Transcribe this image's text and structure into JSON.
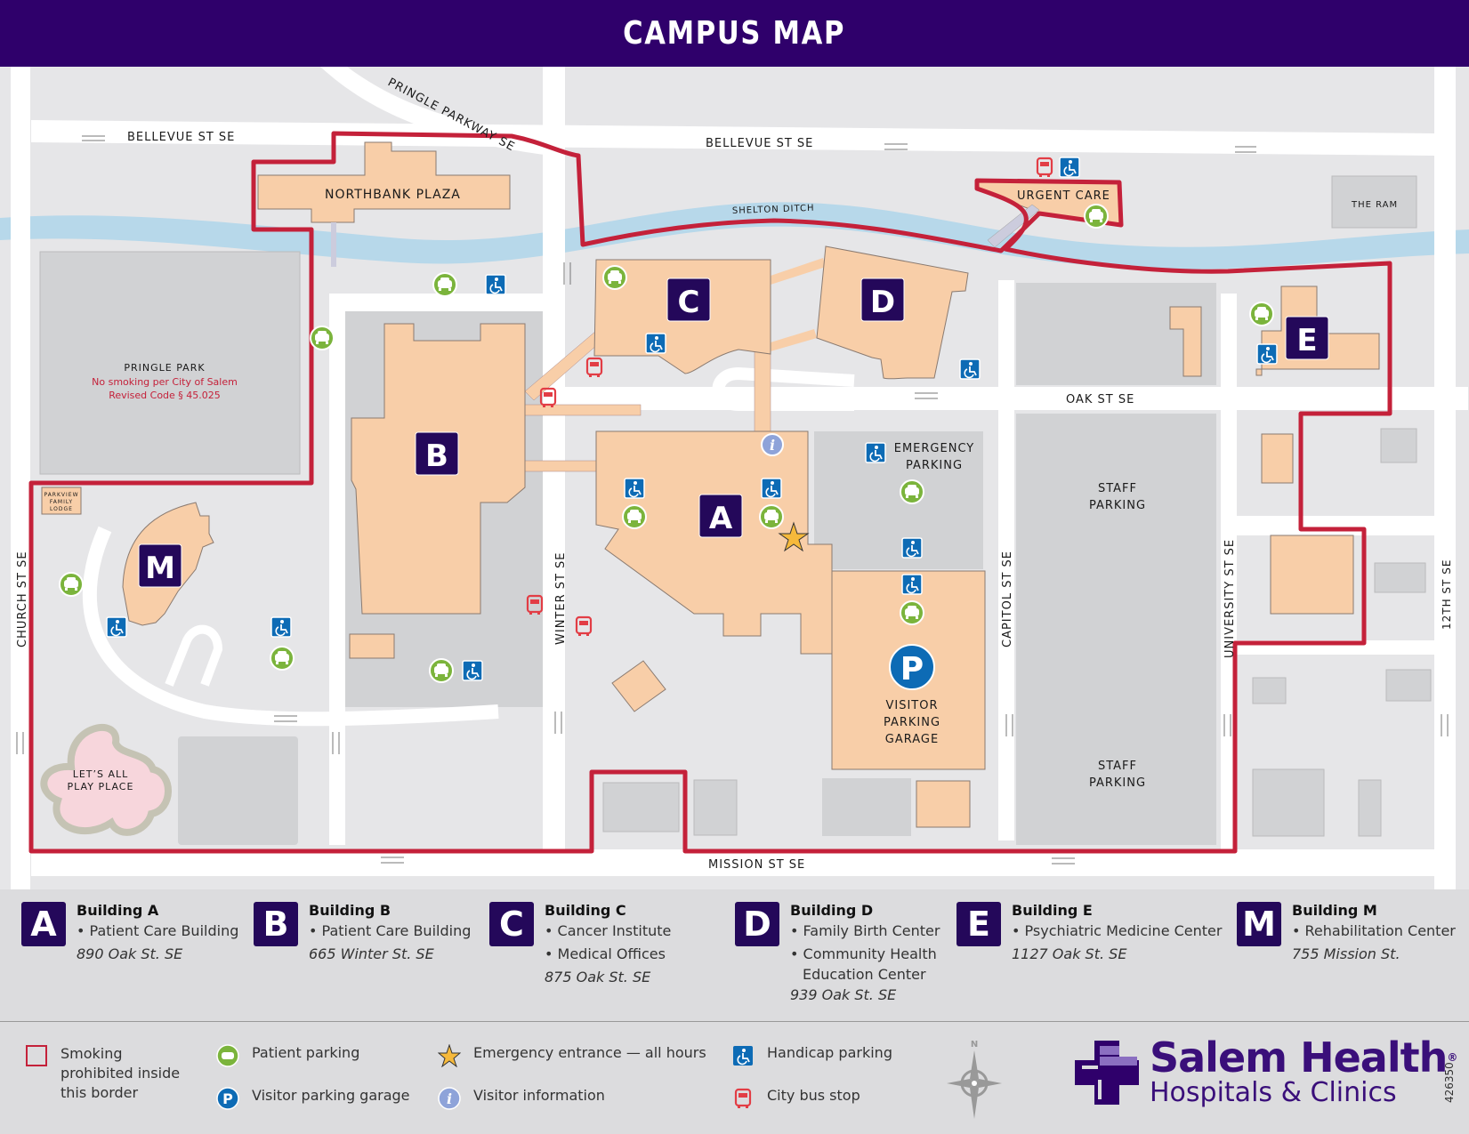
{
  "header": {
    "title": "CAMPUS MAP"
  },
  "streets": {
    "bellevue_west": "BELLEVUE ST SE",
    "bellevue_east": "BELLEVUE ST SE",
    "pringle_parkway": "PRINGLE PARKWAY SE",
    "oak": "OAK ST SE",
    "mission": "MISSION ST SE",
    "church": "CHURCH ST SE",
    "winter": "WINTER ST SE",
    "capitol": "CAPITOL ST SE",
    "university": "UNIVERSITY ST SE",
    "twelfth": "12TH ST SE"
  },
  "places": {
    "northbank_plaza": "NORTHBANK PLAZA",
    "shelton_ditch": "SHELTON DITCH",
    "urgent_care": "URGENT CARE",
    "the_ram": "THE RAM",
    "pringle_park": "PRINGLE PARK",
    "pringle_park_note_1": "No smoking per City of Salem",
    "pringle_park_note_2": "Revised Code § 45.025",
    "parkview_lodge_1": "PARKVIEW",
    "parkview_lodge_2": "FAMILY",
    "parkview_lodge_3": "LODGE",
    "play_place_1": "LET’S ALL",
    "play_place_2": "PLAY PLACE",
    "emergency_parking_1": "EMERGENCY",
    "emergency_parking_2": "PARKING",
    "staff_parking_north_1": "STAFF",
    "staff_parking_north_2": "PARKING",
    "staff_parking_south_1": "STAFF",
    "staff_parking_south_2": "PARKING",
    "visitor_garage_1": "VISITOR",
    "visitor_garage_2": "PARKING",
    "visitor_garage_3": "GARAGE",
    "garage_symbol": "P"
  },
  "map_buildings": [
    {
      "letter": "A"
    },
    {
      "letter": "B"
    },
    {
      "letter": "C"
    },
    {
      "letter": "D"
    },
    {
      "letter": "E"
    },
    {
      "letter": "M"
    }
  ],
  "buildings": [
    {
      "letter": "A",
      "title": "Building A",
      "items": [
        "• Patient Care Building"
      ],
      "address": "890 Oak St. SE"
    },
    {
      "letter": "B",
      "title": "Building B",
      "items": [
        "• Patient Care Building"
      ],
      "address": "665 Winter St. SE"
    },
    {
      "letter": "C",
      "title": "Building C",
      "items": [
        "• Cancer Institute",
        "• Medical Offices"
      ],
      "address": "875 Oak St. SE"
    },
    {
      "letter": "D",
      "title": "Building D",
      "items": [
        "• Family Birth Center",
        "• Community Health",
        "Education Center"
      ],
      "address": "939 Oak St. SE"
    },
    {
      "letter": "E",
      "title": "Building E",
      "items": [
        "• Psychiatric Medicine Center"
      ],
      "address": "1127 Oak St. SE"
    },
    {
      "letter": "M",
      "title": "Building M",
      "items": [
        "• Rehabilitation Center"
      ],
      "address": "755 Mission St."
    }
  ],
  "legend": {
    "smoking_1": "Smoking",
    "smoking_2": "prohibited inside",
    "smoking_3": "this border",
    "patient_parking": "Patient parking",
    "visitor_garage": "Visitor parking garage",
    "emergency": "Emergency entrance — all hours",
    "visitor_info": "Visitor information",
    "handicap": "Handicap parking",
    "bus": "City bus stop",
    "north": "N"
  },
  "logo": {
    "line1": "Salem Health",
    "registered": "®",
    "line2": "Hospitals & Clinics"
  },
  "code": "426350",
  "colors": {
    "header": "#2f006b",
    "building_badge": "#24085a",
    "building_fill": "#f8cea8",
    "smoking_border": "#c4213a",
    "patient_parking": "#7bb43c",
    "handicap": "#0d6bb5",
    "bus": "#e23d45",
    "info": "#8ea3d9",
    "water": "#b7d8ea",
    "star": "#f6b93b"
  }
}
